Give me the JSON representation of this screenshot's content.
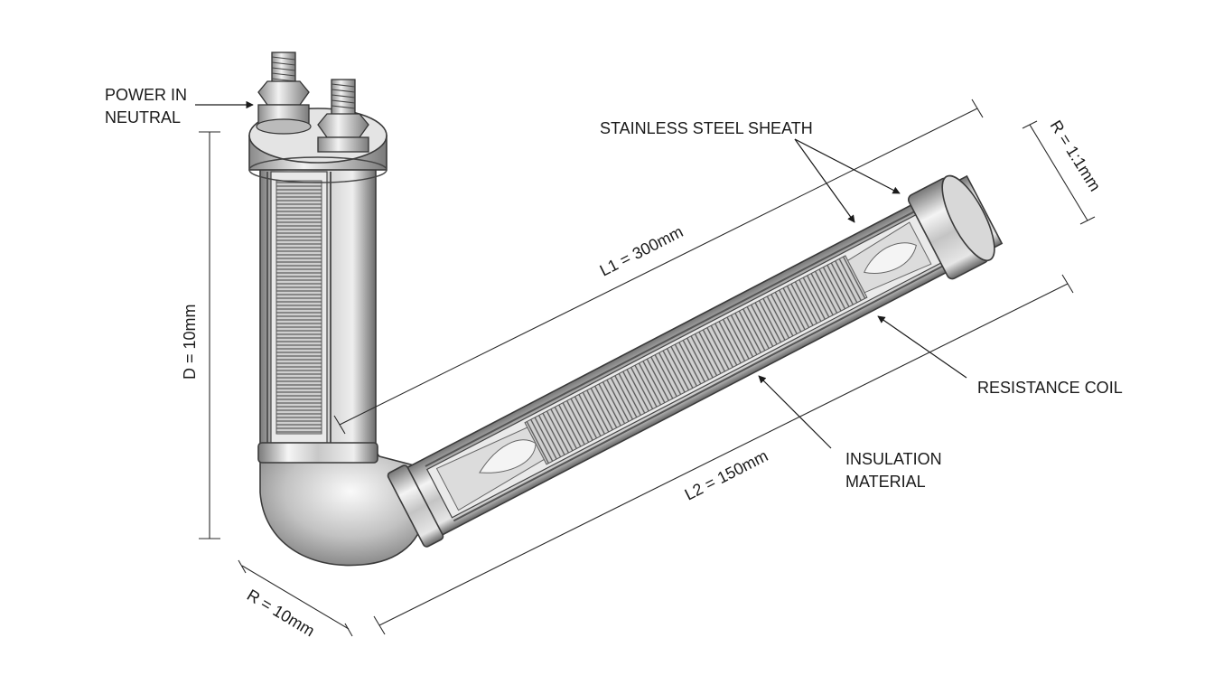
{
  "labels": {
    "power_in": "POWER IN",
    "neutral": "NEUTRAL",
    "sheath": "STAINLESS STEEL SHEATH",
    "coil": "RESISTANCE COIL",
    "insulation_line1": "INSULATION",
    "insulation_line2": "MATERIAL"
  },
  "dimensions": {
    "l1": "L1 = 300mm",
    "l2": "L2 = 150mm",
    "d": "D = 10mm",
    "r_bend": "R = 10mm",
    "r_end": "R = 1:1mm"
  },
  "colors": {
    "metal_light": "#f2f2f2",
    "metal_mid": "#bdbdbd",
    "metal_dark": "#6e6e6e",
    "line": "#2a2a2a"
  }
}
